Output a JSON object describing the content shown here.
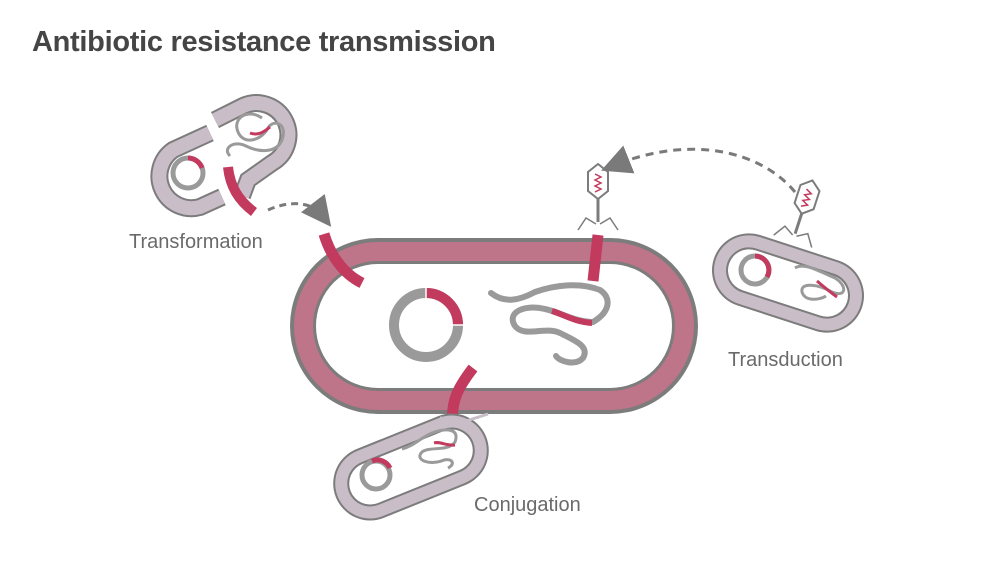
{
  "title": "Antibiotic resistance transmission",
  "labels": {
    "transformation": "Transformation",
    "transduction": "Transduction",
    "conjugation": "Conjugation"
  },
  "colors": {
    "resistance_gene": "#c23a5e",
    "main_cell_wall": "#be7489",
    "cell_outline": "#7c7c7c",
    "donor_cell_wall": "#c9bec8",
    "dna": "#9a9a9a",
    "arrow": "#7a7a7a",
    "title": "#454545",
    "label": "#6a6a6a"
  },
  "icons": {
    "main_cell": "bacterium-icon",
    "donor_cell": "bacterium-icon",
    "phage": "bacteriophage-icon",
    "plasmid": "plasmid-icon",
    "chromosome": "chromosome-icon"
  }
}
